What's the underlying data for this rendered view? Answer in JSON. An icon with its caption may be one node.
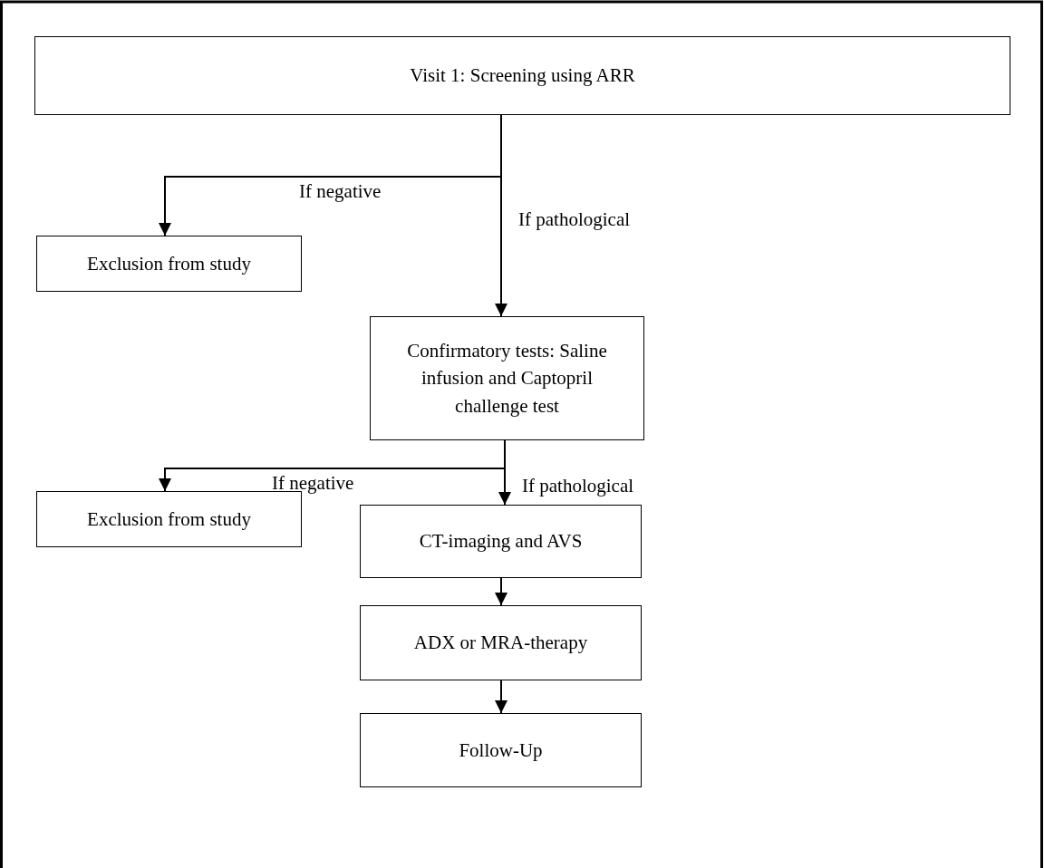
{
  "diagram": {
    "nodes": [
      {
        "text": [
          "Visit 1: Screening using ARR"
        ]
      },
      {
        "text": [
          "Exclusion from study"
        ]
      },
      {
        "text": [
          "Confirmatory tests: Saline infusion and Captopril challenge test"
        ]
      },
      {
        "text": [
          "Exclusion from study"
        ]
      },
      {
        "text": [
          "CT-imaging and AVS"
        ]
      },
      {
        "text": [
          "ADX or MRA-therapy"
        ]
      },
      {
        "text": [
          "Follow-Up"
        ]
      }
    ],
    "edges": [
      {
        "from": 0,
        "to": 1,
        "arrow": "to",
        "label": "If negative"
      },
      {
        "from": 0,
        "to": 2,
        "arrow": "to",
        "label": "If pathological"
      },
      {
        "from": 2,
        "to": 3,
        "arrow": "to",
        "label": "If negative"
      },
      {
        "from": 2,
        "to": 4,
        "arrow": "to",
        "label": "If pathological"
      },
      {
        "from": 4,
        "to": 5,
        "arrow": "to"
      },
      {
        "from": 5,
        "to": 6,
        "arrow": "to"
      }
    ]
  }
}
